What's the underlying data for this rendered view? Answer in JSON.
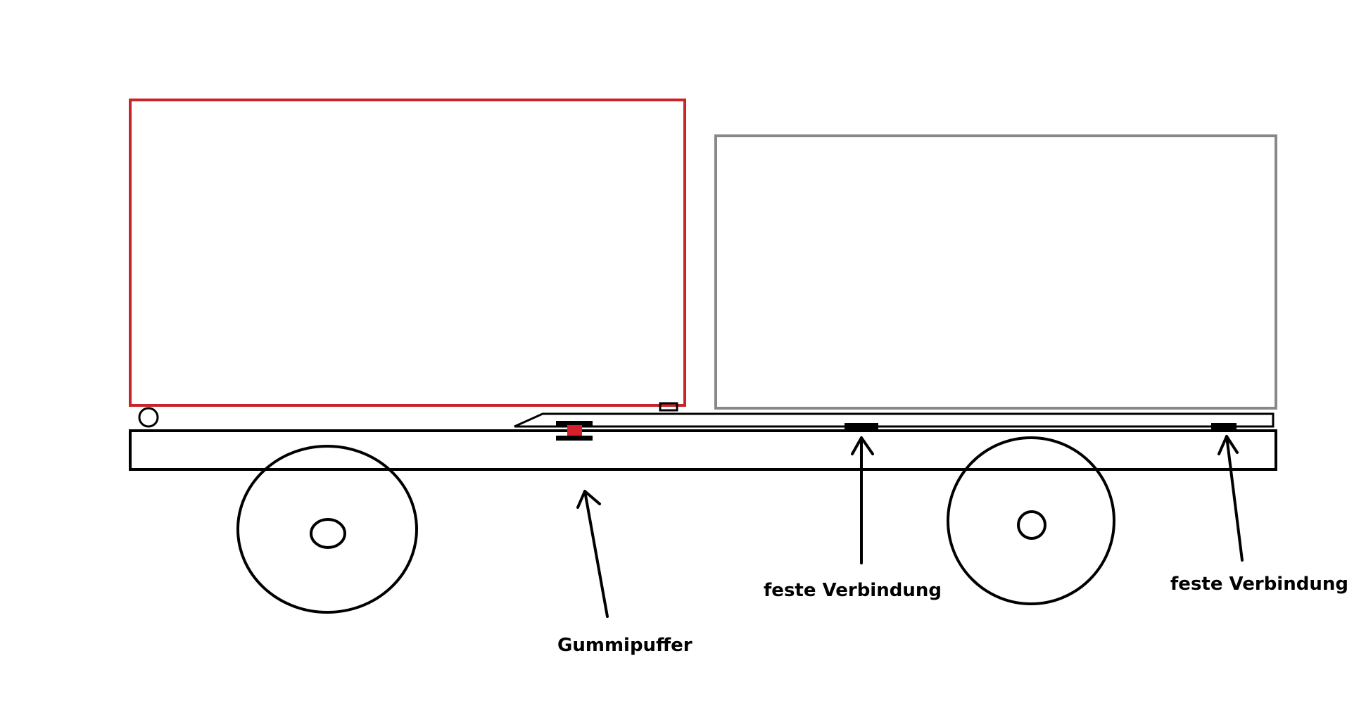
{
  "labels": {
    "rubber_buffer": "Gummipuffer",
    "fixed_connection_middle": "feste Verbindung",
    "fixed_connection_rear": "feste Verbindung"
  },
  "colors": {
    "outline": "#000000",
    "front_body": "#c8242a",
    "rear_body": "#888888",
    "buffer_pad": "#d8202a",
    "background": "#ffffff"
  }
}
